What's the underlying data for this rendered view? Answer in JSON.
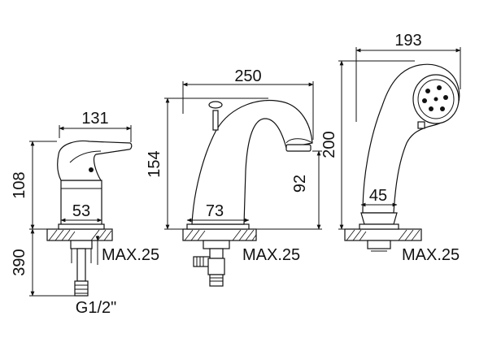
{
  "dimensions": {
    "lever_width": "131",
    "lever_height": "108",
    "lever_base": "53",
    "below_deck": "390",
    "thread": "G1/2\"",
    "spout_width": "250",
    "spout_height": "154",
    "spout_outlet": "92",
    "spout_base": "73",
    "shower_width": "193",
    "shower_height": "200",
    "shower_base": "45",
    "max_deck_1": "MAX.25",
    "max_deck_2": "MAX.25",
    "max_deck_3": "MAX.25"
  }
}
